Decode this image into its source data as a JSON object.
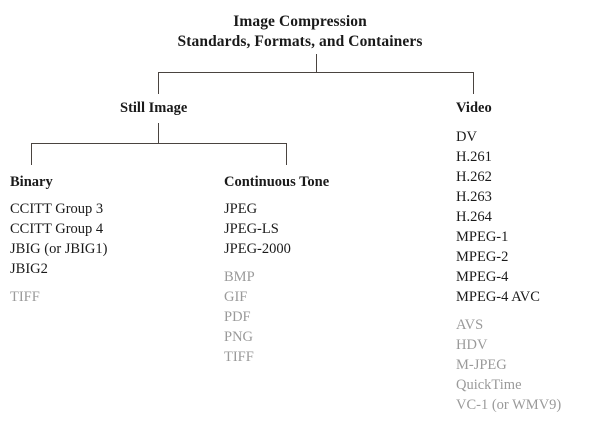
{
  "title": {
    "line1": "Image Compression",
    "line2": "Standards, Formats, and Containers"
  },
  "colors": {
    "text": "#1a1a1a",
    "muted_text": "#9a9a9a",
    "line": "#4a4440",
    "background": "#ffffff"
  },
  "nodes": {
    "still_image": "Still Image",
    "video": "Video",
    "binary": "Binary",
    "continuous_tone": "Continuous Tone"
  },
  "columns": {
    "binary": {
      "heading": "Binary",
      "primary": [
        "CCITT Group 3",
        "CCITT Group 4",
        "JBIG (or JBIG1)",
        "JBIG2"
      ],
      "secondary": [
        "TIFF"
      ]
    },
    "continuous_tone": {
      "heading": "Continuous Tone",
      "primary": [
        "JPEG",
        "JPEG-LS",
        "JPEG-2000"
      ],
      "secondary": [
        "BMP",
        "GIF",
        "PDF",
        "PNG",
        "TIFF"
      ]
    },
    "video": {
      "heading": "Video",
      "primary": [
        "DV",
        "H.261",
        "H.262",
        "H.263",
        "H.264",
        "MPEG-1",
        "MPEG-2",
        "MPEG-4",
        "MPEG-4 AVC"
      ],
      "secondary": [
        "AVS",
        "HDV",
        "M-JPEG",
        "QuickTime",
        "VC-1 (or WMV9)"
      ]
    }
  }
}
